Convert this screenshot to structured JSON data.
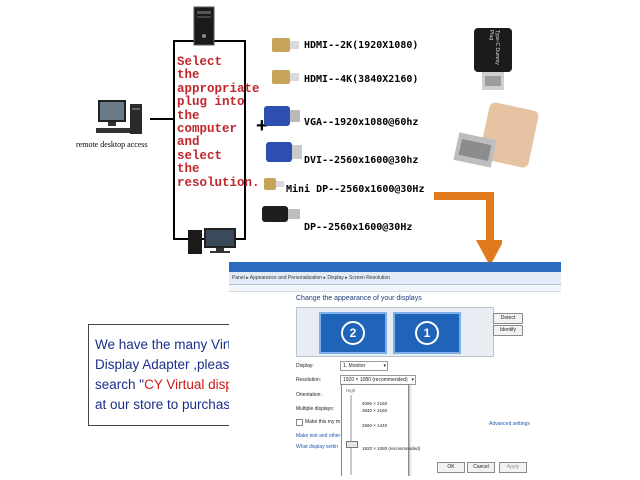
{
  "diagram": {
    "remote_label": "remote desktop access",
    "instruction": "Select the\nappropriate\nplug into\nthe\ncomputer\nand select\nthe\nresolution.",
    "plus": "+"
  },
  "adapters": [
    {
      "label": "HDMI--2K(1920X1080)",
      "icon": "hdmi-plug-icon"
    },
    {
      "label": "HDMI--4K(3840X2160)",
      "icon": "hdmi-plug-icon"
    },
    {
      "label": "VGA--1920x1080@60hz",
      "icon": "vga-plug-icon"
    },
    {
      "label": "DVI--2560x1600@30hz",
      "icon": "dvi-plug-icon"
    },
    {
      "label": "Mini DP--2560x1600@30Hz",
      "icon": "mini-dp-plug-icon"
    },
    {
      "label": "DP--2560x1600@30Hz",
      "icon": "dp-plug-icon"
    }
  ],
  "photos": {
    "black_adapter_text": "Type-C Dummy Plug"
  },
  "promo": {
    "line1": "We have the many Virtual",
    "line2": "Display Adapter ,please",
    "line3_pre": "search \"",
    "line3_hl": "CY Virtual display",
    "line3_post": "\"",
    "line4": "at our store to purchase it."
  },
  "window": {
    "breadcrumb": "Panel  ▸  Appearance and Personalization  ▸  Display  ▸  Screen Resolution",
    "heading": "Change the appearance of your displays",
    "monitor2": "2",
    "monitor1": "1",
    "detect_btn": "Detect",
    "identify_btn": "Identify",
    "display_label": "Display:",
    "display_value": "1. Monitor",
    "resolution_label": "Resolution:",
    "resolution_value": "1920 × 1080 (recommended)",
    "orientation_label": "Orientation:",
    "multiple_label": "Multiple displays:",
    "make_main": "Make this my m",
    "link_text_size": "Make text and other",
    "link_what": "What display settin",
    "advanced_link": "Advanced settings",
    "popup": {
      "high": "High",
      "items": [
        "4096 × 2160",
        "3840 × 2160",
        "2560 × 1440",
        "1920 × 1080 (recommended)"
      ]
    },
    "ok_btn": "OK",
    "cancel_btn": "Cancel",
    "apply_btn": "Apply"
  },
  "colors": {
    "instruction_red": "#c0262c",
    "promo_blue": "#1a2f8a",
    "promo_red": "#d01818",
    "arrow_orange": "#e07a1c"
  }
}
